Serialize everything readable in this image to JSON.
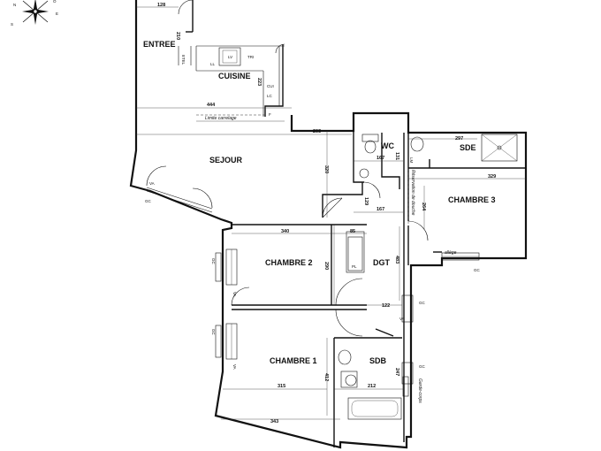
{
  "compass": {
    "labels": [
      "N",
      "E",
      "S",
      "O"
    ]
  },
  "rooms": {
    "entree": "ENTREE",
    "cuisine": "CUISINE",
    "sejour": "SEJOUR",
    "wc": "WC",
    "sde": "SDE",
    "chambre3": "CHAMBRE 3",
    "chambre2": "CHAMBRE 2",
    "dgt": "DGT",
    "chambre1": "CHAMBRE 1",
    "sdb": "SDB"
  },
  "fixtures": {
    "lv": "LV",
    "tri": "TRI",
    "ll": "LL",
    "etel": "ETEL",
    "cui": "CUI",
    "lc": "LC",
    "f": "F",
    "pl": "PL",
    "va": "VA",
    "gc": "GC",
    "lm": "LM"
  },
  "notes": {
    "limite_carrelage": "Limite carrelage",
    "reservation_douche": "Réservation de douche",
    "garde_corps": "Garde-corps",
    "allege": "allège"
  },
  "dims": {
    "d128": "128",
    "d210": "210",
    "d223": "223",
    "d444": "444",
    "d203": "203",
    "d320": "320",
    "d167a": "167",
    "d131": "131",
    "d297": "297",
    "d329": "329",
    "d129": "129",
    "d167b": "167",
    "d264": "264",
    "d340": "340",
    "d85": "85",
    "d290": "290",
    "d483": "483",
    "d122": "122",
    "d412": "412",
    "d315": "315",
    "d212": "212",
    "d343": "343",
    "d247": "247"
  }
}
